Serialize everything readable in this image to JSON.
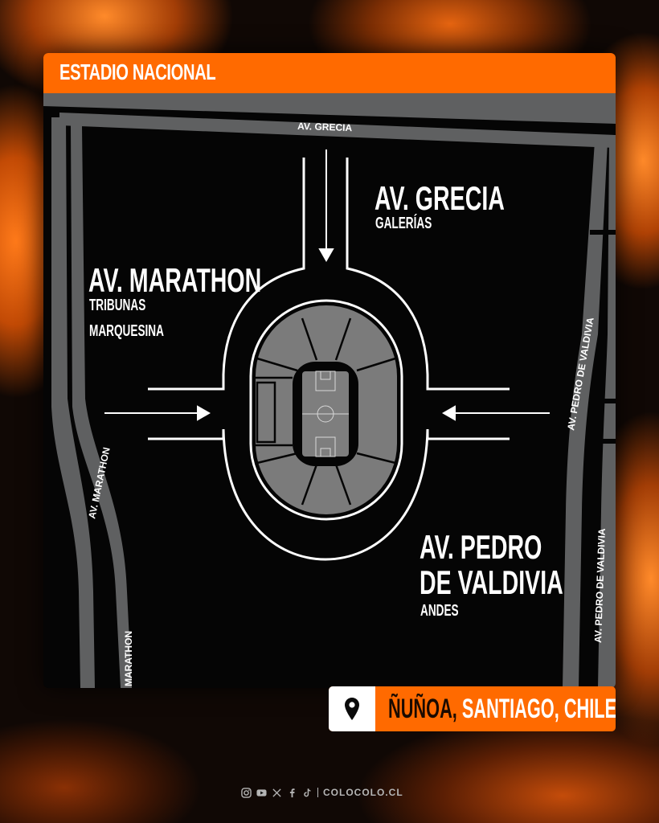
{
  "header": {
    "title": "ESTADIO NACIONAL"
  },
  "map": {
    "street_labels": {
      "top": "AV. GRECIA",
      "left_upper": "AV. MARATHON",
      "left_lower": "MARATHON",
      "right_upper": "AV. PEDRO DE VALDIVIA",
      "right_lower": "AV. PEDRO DE VALDIVIA"
    },
    "entrances": [
      {
        "id": "north",
        "street": "AV. GRECIA",
        "sectors": [
          "GALERÍAS"
        ],
        "arrow": "down"
      },
      {
        "id": "west",
        "street": "AV. MARATHON",
        "sectors": [
          "TRIBUNAS",
          "MARQUESINA"
        ],
        "arrow": "right"
      },
      {
        "id": "east",
        "street_lines": [
          "AV. PEDRO",
          "DE VALDIVIA"
        ],
        "sectors": [
          "ANDES"
        ],
        "arrow": "left"
      }
    ],
    "colors": {
      "road": "#5f6061",
      "ground": "#050505",
      "stands": "#7b7b7b",
      "field": "#7e7e7e",
      "lines": "#ffffff"
    }
  },
  "location": {
    "icon": "map-pin-icon",
    "district": "ÑUÑOA,",
    "city_country": "SANTIAGO, CHILE"
  },
  "footer": {
    "icons": [
      "instagram-icon",
      "youtube-icon",
      "x-icon",
      "facebook-icon",
      "tiktok-icon"
    ],
    "website": "COLOCOLO.CL"
  },
  "colors": {
    "accent": "#ff6a00",
    "text": "#ffffff"
  }
}
